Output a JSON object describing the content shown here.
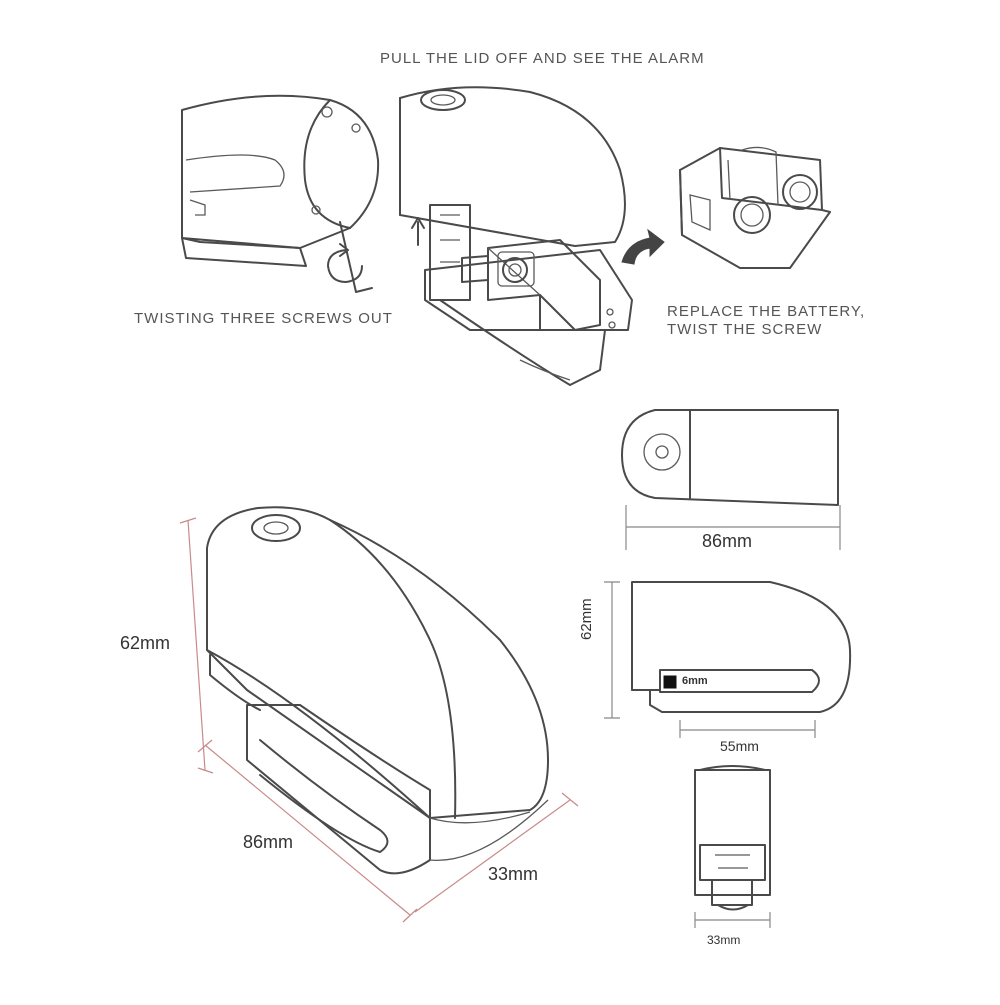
{
  "steps": {
    "pull_lid": "PULL THE LID OFF AND SEE THE ALARM",
    "twist_screws": "TWISTING THREE SCREWS OUT",
    "replace_battery_line1": "REPLACE THE BATTERY,",
    "replace_battery_line2": "TWIST THE SCREW"
  },
  "dimensions": {
    "main_height": "62mm",
    "main_length": "86mm",
    "main_width": "33mm",
    "top_view_length": "86mm",
    "side_view_height": "62mm",
    "slot_width": "6mm",
    "slot_length": "55mm",
    "front_view_width": "33mm"
  }
}
